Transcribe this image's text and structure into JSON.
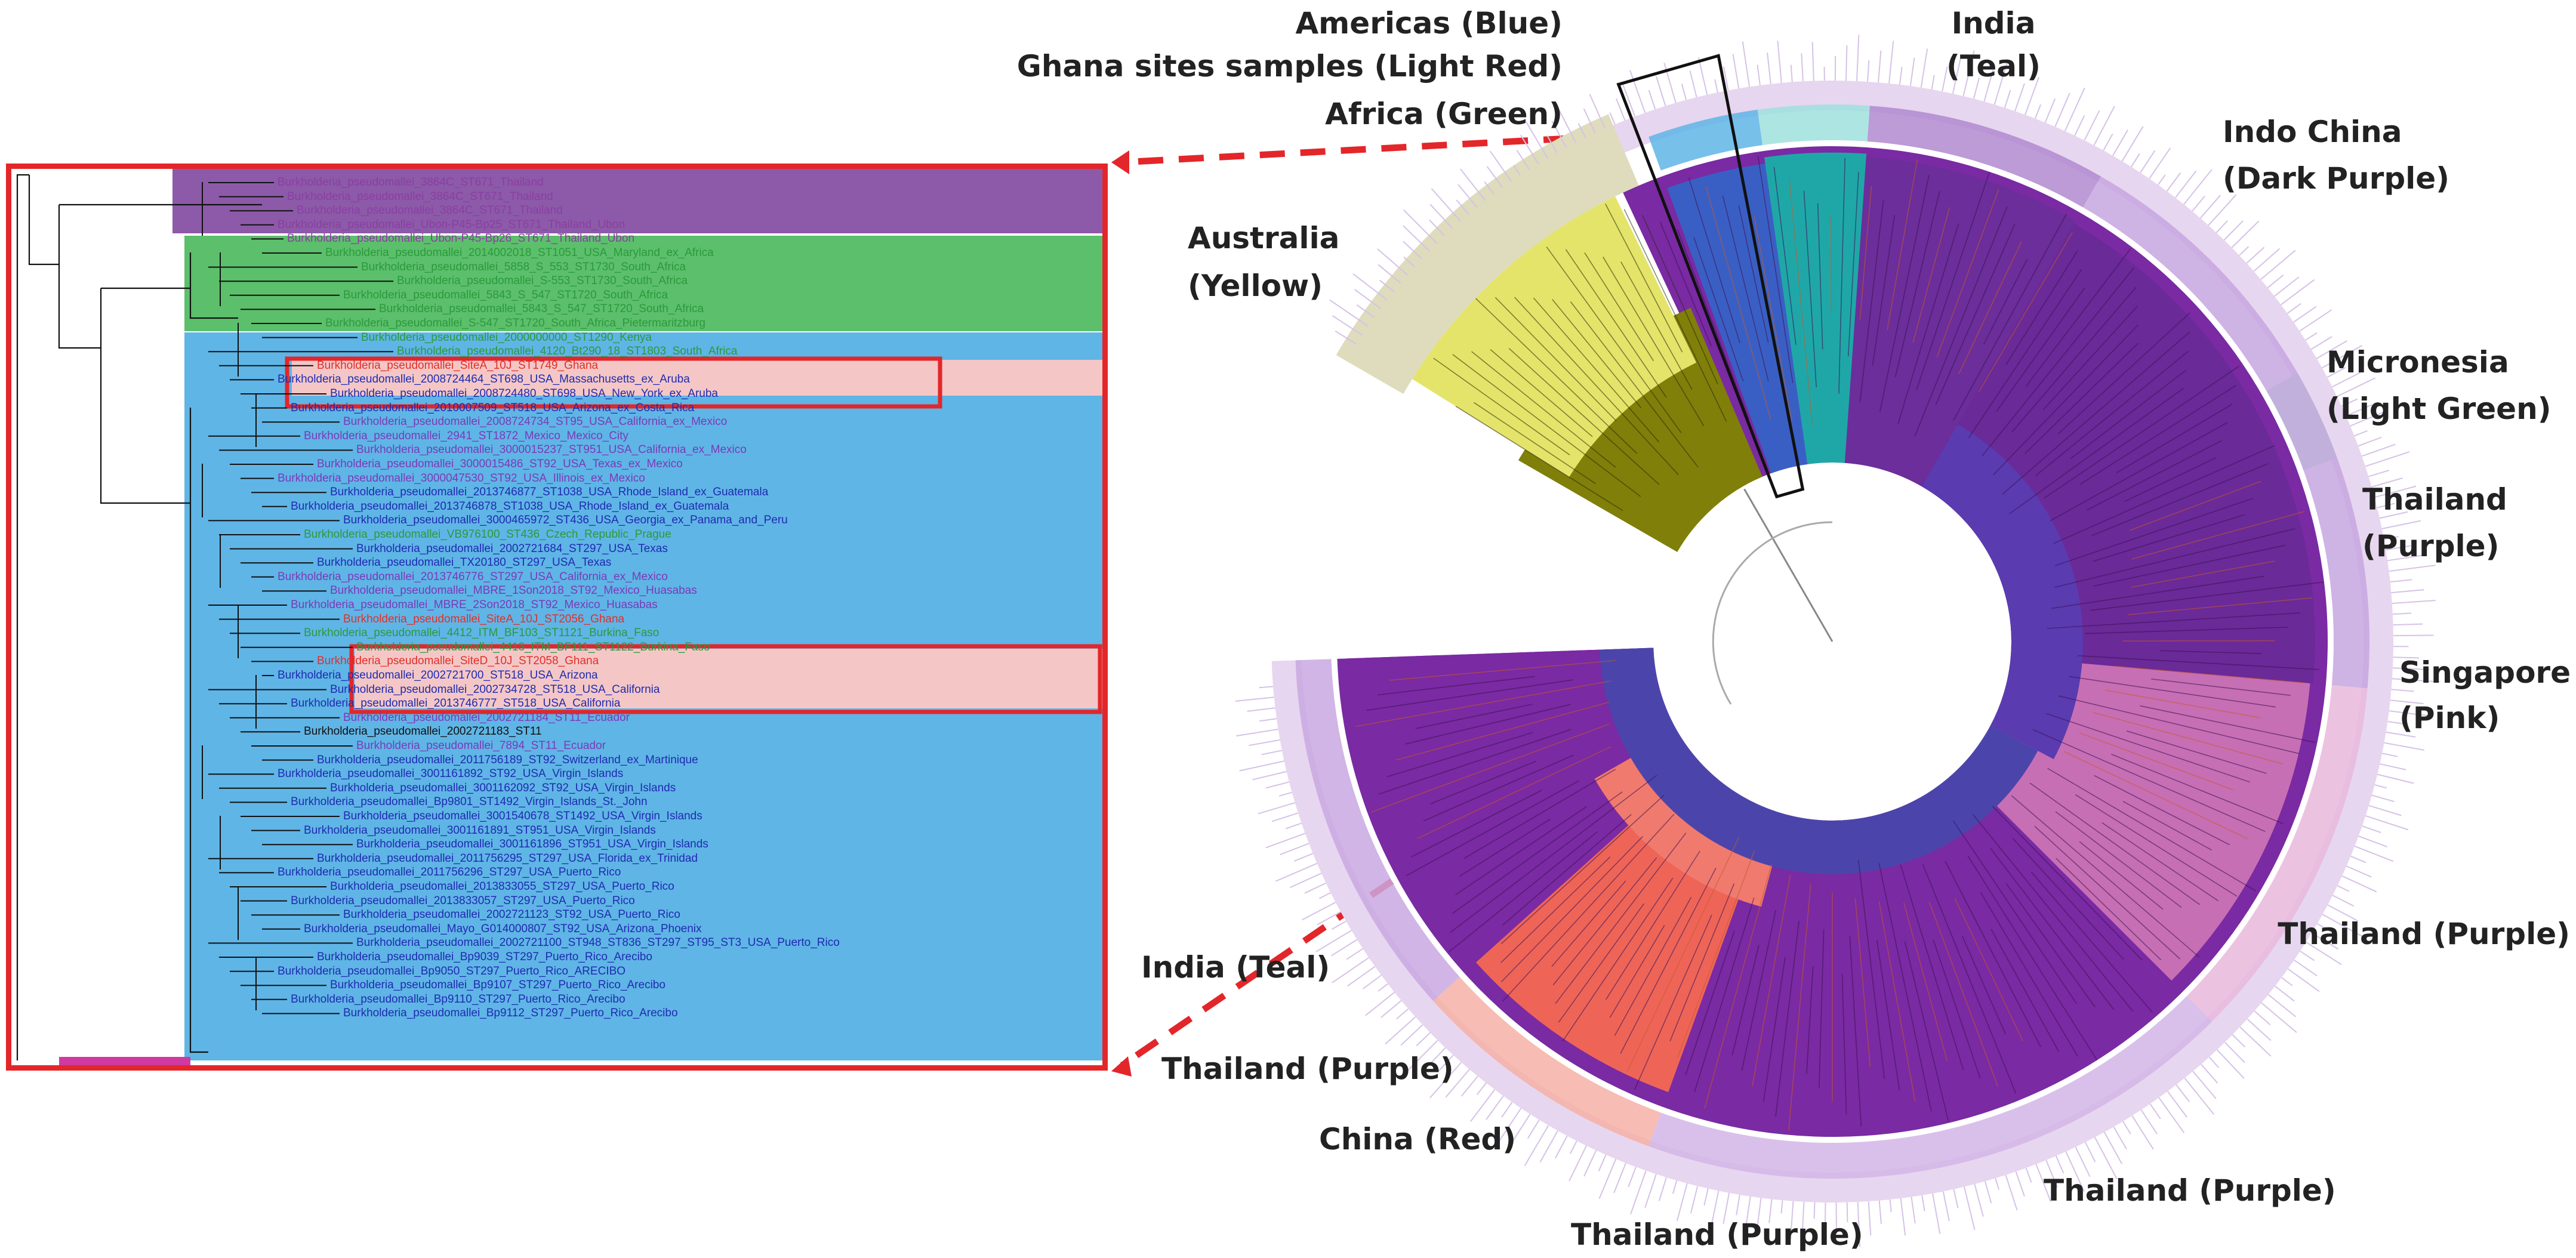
{
  "colors": {
    "americas_blue": "#5fb5e6",
    "ghana_light_red": "#f4c7c6",
    "africa_green": "#5cbf6b",
    "indochina_dark_purple": "#8c5aa8",
    "australia_yellow": "#dede62",
    "india_teal": "#25b5b5",
    "thailand_purple": "#7e2ea2",
    "singapore_pink": "#d678b8",
    "china_red": "#ef6a61",
    "micronesia_light_green": "#59c98a",
    "highlight_red": "#e3262a",
    "center_blue": "#4b45ab"
  },
  "labels": {
    "americas": "Americas (Blue)",
    "ghana": "Ghana sites samples (Light Red)",
    "africa": "Africa (Green)",
    "india_top": "India",
    "india_top_sub": "(Teal)",
    "indochina": "Indo China",
    "indochina_sub": "(Dark Purple)",
    "australia": "Australia",
    "australia_sub": "(Yellow)",
    "micronesia": "Micronesia",
    "micronesia_sub": "(Light Green)",
    "thailand_r1": "Thailand",
    "thailand_r1_sub": "(Purple)",
    "singapore": "Singapore",
    "singapore_sub": "(Pink)",
    "thailand_r2": "Thailand (Purple)",
    "india_left": "India (Teal)",
    "thailand_l": "Thailand (Purple)",
    "china": "China (Red)",
    "thailand_b1": "Thailand (Purple)",
    "thailand_b2": "Thailand (Purple)"
  },
  "inset_leaves": [
    {
      "text": "Burkholderia_pseudomallei_3864C_ST671_Thailand",
      "color": "#8a3ea2"
    },
    {
      "text": "Burkholderia_pseudomallei_3864C_ST671_Thailand",
      "color": "#8a3ea2"
    },
    {
      "text": "Burkholderia_pseudomallei_3864C_ST671_Thailand",
      "color": "#8a3ea2"
    },
    {
      "text": "Burkholderia_pseudomallei_Ubon-P45-Bp25_ST671_Thailand_Ubon",
      "color": "#8a3ea2"
    },
    {
      "text": "Burkholderia_pseudomallei_Ubon-P45-Bp26_ST671_Thailand_Ubon",
      "color": "#8a3ea2"
    },
    {
      "text": "Burkholderia_pseudomallei_2014002018_ST1051_USA_Maryland_ex_Africa",
      "color": "#2a9a3c"
    },
    {
      "text": "Burkholderia_pseudomallei_5858_S_553_ST1730_South_Africa",
      "color": "#2a9a3c"
    },
    {
      "text": "Burkholderia_pseudomallei_S-553_ST1730_South_Africa",
      "color": "#2a9a3c"
    },
    {
      "text": "Burkholderia_pseudomallei_5843_S_547_ST1720_South_Africa",
      "color": "#2a9a3c"
    },
    {
      "text": "Burkholderia_pseudomallei_5843_S_547_ST1720_South_Africa",
      "color": "#2a9a3c"
    },
    {
      "text": "Burkholderia_pseudomallei_S-547_ST1720_South_Africa_Pietermaritzburg",
      "color": "#2a9a3c"
    },
    {
      "text": "Burkholderia_pseudomallei_2000000000_ST1290_Kenya",
      "color": "#2a9a3c"
    },
    {
      "text": "Burkholderia_pseudomallei_4120_Bt290_18_ST1803_South_Africa",
      "color": "#2a9a3c"
    },
    {
      "text": "Burkholderia_pseudomallei_SiteA_10J_ST1749_Ghana",
      "color": "#e0302a"
    },
    {
      "text": "Burkholderia_pseudomallei_2008724464_ST698_USA_Massachusetts_ex_Aruba",
      "color": "#1f2bb0"
    },
    {
      "text": "Burkholderia_pseudomallei_2008724480_ST698_USA_New_York_ex_Aruba",
      "color": "#1f2bb0"
    },
    {
      "text": "Burkholderia_pseudomallei_2010007509_ST518_USA_Arizona_ex_Costa_Rica",
      "color": "#1f2bb0"
    },
    {
      "text": "Burkholderia_pseudomallei_2008724734_ST95_USA_California_ex_Mexico",
      "color": "#7a3ab8"
    },
    {
      "text": "Burkholderia_pseudomallei_2941_ST1872_Mexico_Mexico_City",
      "color": "#7a3ab8"
    },
    {
      "text": "Burkholderia_pseudomallei_3000015237_ST951_USA_California_ex_Mexico",
      "color": "#7a3ab8"
    },
    {
      "text": "Burkholderia_pseudomallei_3000015486_ST92_USA_Texas_ex_Mexico",
      "color": "#7a3ab8"
    },
    {
      "text": "Burkholderia_pseudomallei_3000047530_ST92_USA_Illinois_ex_Mexico",
      "color": "#7a3ab8"
    },
    {
      "text": "Burkholderia_pseudomallei_2013746877_ST1038_USA_Rhode_Island_ex_Guatemala",
      "color": "#1f2bb0"
    },
    {
      "text": "Burkholderia_pseudomallei_2013746878_ST1038_USA_Rhode_Island_ex_Guatemala",
      "color": "#1f2bb0"
    },
    {
      "text": "Burkholderia_pseudomallei_3000465972_ST436_USA_Georgia_ex_Panama_and_Peru",
      "color": "#1f2bb0"
    },
    {
      "text": "Burkholderia_pseudomallei_VB976100_ST436_Czech_Republic_Prague",
      "color": "#2a9a3c"
    },
    {
      "text": "Burkholderia_pseudomallei_2002721684_ST297_USA_Texas",
      "color": "#1f2bb0"
    },
    {
      "text": "Burkholderia_pseudomallei_TX20180_ST297_USA_Texas",
      "color": "#1f2bb0"
    },
    {
      "text": "Burkholderia_pseudomallei_2013746776_ST297_USA_California_ex_Mexico",
      "color": "#7a3ab8"
    },
    {
      "text": "Burkholderia_pseudomallei_MBRE_1Son2018_ST92_Mexico_Huasabas",
      "color": "#7a3ab8"
    },
    {
      "text": "Burkholderia_pseudomallei_MBRE_2Son2018_ST92_Mexico_Huasabas",
      "color": "#7a3ab8"
    },
    {
      "text": "Burkholderia_pseudomallei_SiteA_10J_ST2056_Ghana",
      "color": "#e0302a"
    },
    {
      "text": "Burkholderia_pseudomallei_4412_ITM_BF103_ST1121_Burkina_Faso",
      "color": "#2a9a3c"
    },
    {
      "text": "Burkholderia_pseudomallei_4413_ITM_BF111_ST1122_Burkina_Faso",
      "color": "#2a9a3c"
    },
    {
      "text": "Burkholderia_pseudomallei_SiteD_10J_ST2058_Ghana",
      "color": "#e0302a"
    },
    {
      "text": "Burkholderia_pseudomallei_2002721700_ST518_USA_Arizona",
      "color": "#1f2bb0"
    },
    {
      "text": "Burkholderia_pseudomallei_2002734728_ST518_USA_California",
      "color": "#1f2bb0"
    },
    {
      "text": "Burkholderia_pseudomallei_2013746777_ST518_USA_California",
      "color": "#1f2bb0"
    },
    {
      "text": "Burkholderia_pseudomallei_2002721184_ST11_Ecuador",
      "color": "#7a3ab8"
    },
    {
      "text": "Burkholderia_pseudomallei_2002721183_ST11",
      "color": "#111111"
    },
    {
      "text": "Burkholderia_pseudomallei_7894_ST11_Ecuador",
      "color": "#7a3ab8"
    },
    {
      "text": "Burkholderia_pseudomallei_2011756189_ST92_Switzerland_ex_Martinique",
      "color": "#1f2bb0"
    },
    {
      "text": "Burkholderia_pseudomallei_3001161892_ST92_USA_Virgin_Islands",
      "color": "#1f2bb0"
    },
    {
      "text": "Burkholderia_pseudomallei_3001162092_ST92_USA_Virgin_Islands",
      "color": "#1f2bb0"
    },
    {
      "text": "Burkholderia_pseudomallei_Bp9801_ST1492_Virgin_Islands_St._John",
      "color": "#1f2bb0"
    },
    {
      "text": "Burkholderia_pseudomallei_3001540678_ST1492_USA_Virgin_Islands",
      "color": "#1f2bb0"
    },
    {
      "text": "Burkholderia_pseudomallei_3001161891_ST951_USA_Virgin_Islands",
      "color": "#1f2bb0"
    },
    {
      "text": "Burkholderia_pseudomallei_3001161896_ST951_USA_Virgin_Islands",
      "color": "#1f2bb0"
    },
    {
      "text": "Burkholderia_pseudomallei_2011756295_ST297_USA_Florida_ex_Trinidad",
      "color": "#1f2bb0"
    },
    {
      "text": "Burkholderia_pseudomallei_2011756296_ST297_USA_Puerto_Rico",
      "color": "#1f2bb0"
    },
    {
      "text": "Burkholderia_pseudomallei_2013833055_ST297_USA_Puerto_Rico",
      "color": "#1f2bb0"
    },
    {
      "text": "Burkholderia_pseudomallei_2013833057_ST297_USA_Puerto_Rico",
      "color": "#1f2bb0"
    },
    {
      "text": "Burkholderia_pseudomallei_2002721123_ST92_USA_Puerto_Rico",
      "color": "#1f2bb0"
    },
    {
      "text": "Burkholderia_pseudomallei_Mayo_G014000807_ST92_USA_Arizona_Phoenix",
      "color": "#1f2bb0"
    },
    {
      "text": "Burkholderia_pseudomallei_2002721100_ST948_ST836_ST297_ST95_ST3_USA_Puerto_Rico",
      "color": "#1f2bb0"
    },
    {
      "text": "Burkholderia_pseudomallei_Bp9039_ST297_Puerto_Rico_Arecibo",
      "color": "#1f2bb0"
    },
    {
      "text": "Burkholderia_pseudomallei_Bp9050_ST297_Puerto_Rico_ARECIBO",
      "color": "#1f2bb0"
    },
    {
      "text": "Burkholderia_pseudomallei_Bp9107_ST297_Puerto_Rico_Arecibo",
      "color": "#1f2bb0"
    },
    {
      "text": "Burkholderia_pseudomallei_Bp9110_ST297_Puerto_Rico_Arecibo",
      "color": "#1f2bb0"
    },
    {
      "text": "Burkholderia_pseudomallei_Bp9112_ST297_Puerto_Rico_Arecibo",
      "color": "#1f2bb0"
    }
  ],
  "circle_sectors": [
    {
      "name": "australia",
      "color": "#7f7f0a",
      "accent": "#dede62"
    },
    {
      "name": "americas",
      "color": "#3a5fc4",
      "accent": "#5fb5e6"
    },
    {
      "name": "india-top",
      "color": "#1fa7a8",
      "accent": "#9fe0de"
    },
    {
      "name": "indochina",
      "color": "#6b2e9a",
      "accent": "#b08ad0"
    },
    {
      "name": "micronesia",
      "color": "#48b888",
      "accent": "#9be3b6"
    },
    {
      "name": "thailand-right",
      "color": "#6a2a98",
      "accent": "#c6a6e0"
    },
    {
      "name": "singapore",
      "color": "#c76fb4",
      "accent": "#e8b8dc"
    },
    {
      "name": "thailand-lower",
      "color": "#7a2aa2",
      "accent": "#d2b5e6"
    },
    {
      "name": "china",
      "color": "#ee6558",
      "accent": "#f6b0a6"
    },
    {
      "name": "india-left",
      "color": "#7a2aa2",
      "accent": "#c9a8e2"
    }
  ]
}
